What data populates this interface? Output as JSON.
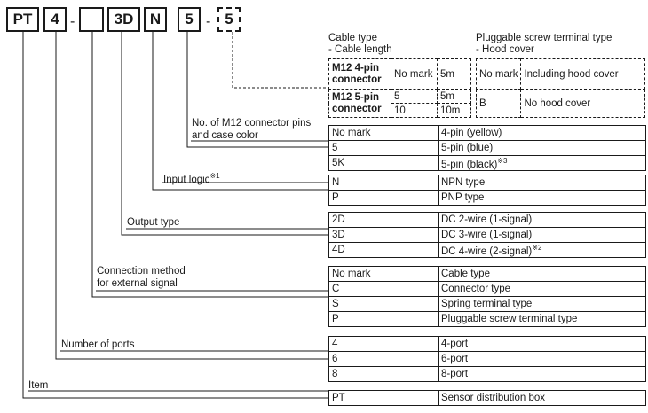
{
  "code": {
    "boxes": [
      "PT",
      "4",
      "",
      "3D",
      "N",
      "5",
      "5"
    ],
    "dashes": [
      "-",
      "-"
    ]
  },
  "labels": {
    "cable_type": "Cable type",
    "cable_length": "- Cable length",
    "terminal_type": "Pluggable screw terminal type",
    "hood_cover": "- Hood cover",
    "pins_line1": "No. of M12 connector pins",
    "pins_line2": "and case color",
    "input_logic": "Input logic",
    "input_logic_note": "※1",
    "output_type": "Output type",
    "connection_line1": "Connection method",
    "connection_line2": "for external signal",
    "ports": "Number of ports",
    "item": "Item"
  },
  "cable_table": {
    "r1": {
      "connector": "M12 4-pin connector",
      "mark": "No mark",
      "length": "5m"
    },
    "r2": {
      "connector": "M12 5-pin connector",
      "mark_a": "5",
      "length_a": "5m",
      "mark_b": "10",
      "length_b": "10m"
    }
  },
  "hood_table": {
    "r1": {
      "mark": "No mark",
      "desc": "Including hood cover"
    },
    "r2": {
      "mark": "B",
      "desc": "No hood cover"
    }
  },
  "pins_table": [
    {
      "code": "No mark",
      "desc": "4-pin (yellow)"
    },
    {
      "code": "5",
      "desc": "5-pin (blue)"
    },
    {
      "code": "5K",
      "desc": "5-pin (black)",
      "note": "※3"
    }
  ],
  "logic_table": [
    {
      "code": "N",
      "desc": "NPN type"
    },
    {
      "code": "P",
      "desc": "PNP type"
    }
  ],
  "output_table": [
    {
      "code": "2D",
      "desc": "DC 2-wire (1-signal)"
    },
    {
      "code": "3D",
      "desc": "DC 3-wire (1-signal)"
    },
    {
      "code": "4D",
      "desc": "DC 4-wire (2-signal)",
      "note": "※2"
    }
  ],
  "connection_table": [
    {
      "code": "No mark",
      "desc": "Cable type"
    },
    {
      "code": "C",
      "desc": "Connector type"
    },
    {
      "code": "S",
      "desc": "Spring terminal type"
    },
    {
      "code": "P",
      "desc": "Pluggable screw terminal type"
    }
  ],
  "ports_table": [
    {
      "code": "4",
      "desc": "4-port"
    },
    {
      "code": "6",
      "desc": "6-port"
    },
    {
      "code": "8",
      "desc": "8-port"
    }
  ],
  "item_table": [
    {
      "code": "PT",
      "desc": "Sensor distribution box"
    }
  ]
}
